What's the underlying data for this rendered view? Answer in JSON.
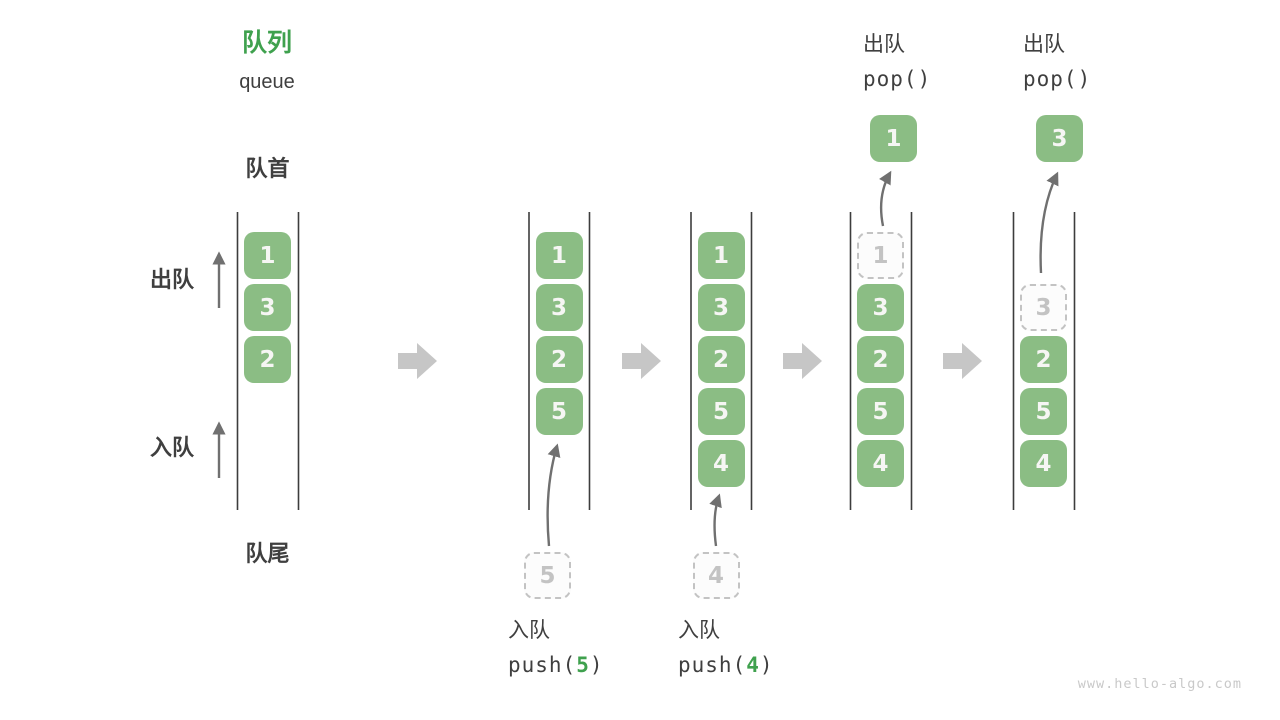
{
  "header": {
    "title_zh": "队列",
    "title_en": "queue"
  },
  "labels": {
    "front": "队首",
    "rear": "队尾",
    "side_dequeue": "出队",
    "side_enqueue": "入队"
  },
  "ops": {
    "pop_1": {
      "label": "出队",
      "code": "pop()"
    },
    "pop_2": {
      "label": "出队",
      "code": "pop()"
    },
    "push_1": {
      "label": "入队",
      "fn": "push(",
      "arg": "5",
      "close": ")"
    },
    "push_2": {
      "label": "入队",
      "fn": "push(",
      "arg": "4",
      "close": ")"
    }
  },
  "queue_states": [
    {
      "name": "state-initial",
      "items": [
        {
          "slot": 0,
          "v": "1",
          "t": "filled"
        },
        {
          "slot": 1,
          "v": "3",
          "t": "filled"
        },
        {
          "slot": 2,
          "v": "2",
          "t": "filled"
        }
      ]
    },
    {
      "name": "state-after-push-5",
      "items": [
        {
          "slot": 0,
          "v": "1",
          "t": "filled"
        },
        {
          "slot": 1,
          "v": "3",
          "t": "filled"
        },
        {
          "slot": 2,
          "v": "2",
          "t": "filled"
        },
        {
          "slot": 3,
          "v": "5",
          "t": "filled"
        }
      ],
      "incoming": "5"
    },
    {
      "name": "state-after-push-4",
      "items": [
        {
          "slot": 0,
          "v": "1",
          "t": "filled"
        },
        {
          "slot": 1,
          "v": "3",
          "t": "filled"
        },
        {
          "slot": 2,
          "v": "2",
          "t": "filled"
        },
        {
          "slot": 3,
          "v": "5",
          "t": "filled"
        },
        {
          "slot": 4,
          "v": "4",
          "t": "filled"
        }
      ],
      "incoming": "4"
    },
    {
      "name": "state-after-pop-1",
      "items": [
        {
          "slot": 0,
          "v": "1",
          "t": "dashed"
        },
        {
          "slot": 1,
          "v": "3",
          "t": "filled"
        },
        {
          "slot": 2,
          "v": "2",
          "t": "filled"
        },
        {
          "slot": 3,
          "v": "5",
          "t": "filled"
        },
        {
          "slot": 4,
          "v": "4",
          "t": "filled"
        }
      ],
      "popped": "1"
    },
    {
      "name": "state-after-pop-3",
      "items": [
        {
          "slot": 1,
          "v": "3",
          "t": "dashed"
        },
        {
          "slot": 2,
          "v": "2",
          "t": "filled"
        },
        {
          "slot": 3,
          "v": "5",
          "t": "filled"
        },
        {
          "slot": 4,
          "v": "4",
          "t": "filled"
        }
      ],
      "popped": "3"
    }
  ],
  "watermark": "www.hello-algo.com",
  "colors": {
    "text_dark": "#3f3f3f",
    "green_title": "#3fa14e",
    "box_green": "#8bbd84",
    "box_text": "#f6f6f4",
    "dashed_gray": "#c3c3c3",
    "block_arrow": "#c6c6c6",
    "thin_arrow": "#707070",
    "column_line": "#3d3d3d",
    "watermark": "#c9c9c9"
  }
}
